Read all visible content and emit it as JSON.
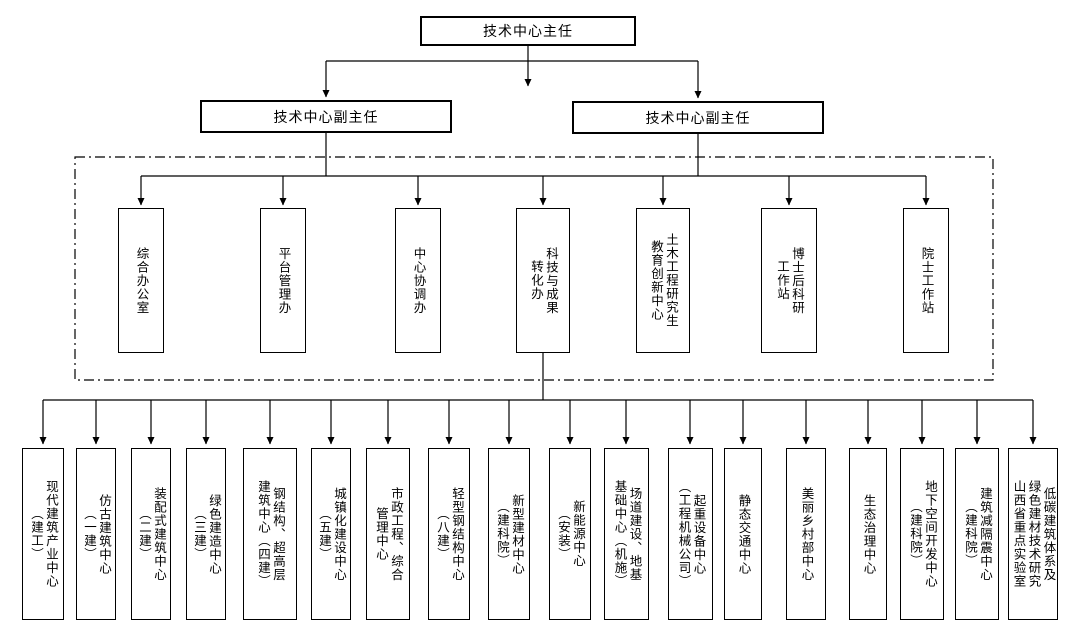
{
  "colors": {
    "line": "#000000",
    "background": "#ffffff",
    "box_border": "#000000"
  },
  "root": {
    "label": "技术中心主任"
  },
  "deputies": [
    {
      "label": "技术中心副主任"
    },
    {
      "label": "技术中心副主任"
    }
  ],
  "departments": [
    {
      "label": "综合办公室"
    },
    {
      "label": "平台管理办"
    },
    {
      "label": "中心协调办"
    },
    {
      "label": "科技与成果\n转化办"
    },
    {
      "label": "土木工程研究生\n教育创新中心"
    },
    {
      "label": "博士后科研\n工作站"
    },
    {
      "label": "院士工作站"
    }
  ],
  "centers": [
    {
      "label": "现代建筑产业中心\n（建工）"
    },
    {
      "label": "仿古建筑中心\n（一建）"
    },
    {
      "label": "装配式建筑中心\n（二建）"
    },
    {
      "label": "绿色建造中心\n（三建）"
    },
    {
      "label": "钢结构、超高层\n建筑中心（四建）"
    },
    {
      "label": "城镇化建设中心\n（五建）"
    },
    {
      "label": "市政工程、综合\n管理中心"
    },
    {
      "label": "轻型钢结构中心\n（八建）"
    },
    {
      "label": "新型建材中心\n（建科院）"
    },
    {
      "label": "新能源中心\n（安装）"
    },
    {
      "label": "场道建设、地基\n基础中心（机施）"
    },
    {
      "label": "起重设备中心\n（工程机械公司）"
    },
    {
      "label": "静态交通中心"
    },
    {
      "label": "美丽乡村部中心"
    },
    {
      "label": "生态治理中心"
    },
    {
      "label": "地下空间开发中心\n（建科院）"
    },
    {
      "label": "建筑减隔震中心\n（建科院）"
    },
    {
      "label": "低碳建筑体系及\n绿色建材技术研究\n山西省重点实验室"
    }
  ]
}
